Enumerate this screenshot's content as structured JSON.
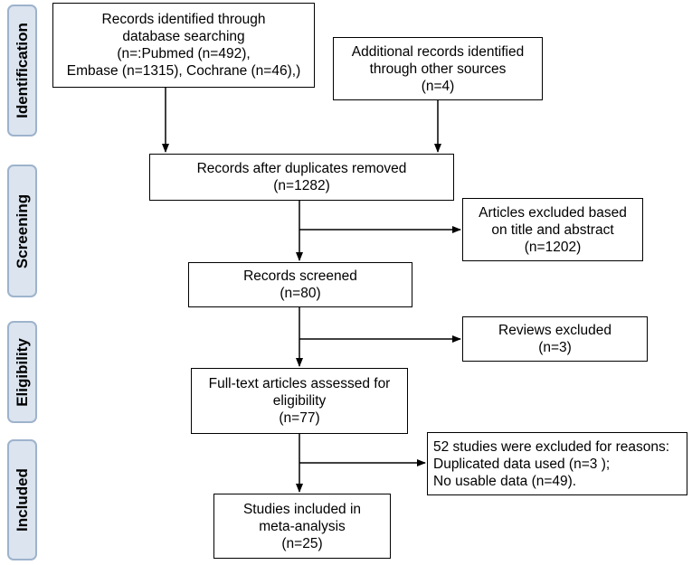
{
  "phases": {
    "identification": "Identification",
    "screening": "Screening",
    "eligibility": "Eligibility",
    "included": "Included"
  },
  "boxes": {
    "records_identified": [
      "Records identified through",
      "database searching",
      "(n=:Pubmed (n=492),",
      "Embase (n=1315), Cochrane (n=46),)"
    ],
    "additional_records": [
      "Additional records identified",
      "through other sources",
      "(n=4)"
    ],
    "after_duplicates": [
      "Records after duplicates removed",
      "(n=1282)"
    ],
    "excluded_title_abstract": [
      "Articles excluded based",
      "on title and abstract",
      "(n=1202)"
    ],
    "records_screened": [
      "Records screened",
      "(n=80)"
    ],
    "reviews_excluded": [
      "Reviews excluded",
      "(n=3)"
    ],
    "full_text": [
      "Full-text articles assessed for",
      "eligibility",
      "(n=77)"
    ],
    "excluded_reasons": [
      "52 studies were excluded for reasons:",
      "Duplicated data used (n=3 );",
      "No usable data (n=49)."
    ],
    "included_studies": [
      "Studies included in",
      "meta-analysis",
      "(n=25)"
    ]
  }
}
